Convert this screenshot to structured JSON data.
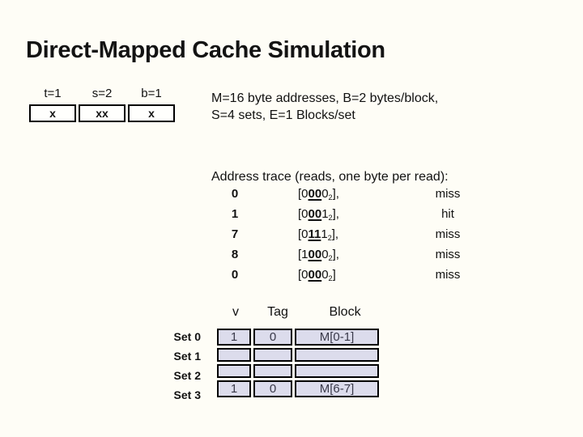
{
  "title": "Direct-Mapped Cache Simulation",
  "address_fields": {
    "headers": [
      "t=1",
      "s=2",
      "b=1"
    ],
    "cells": [
      "x",
      "xx",
      "x"
    ]
  },
  "params": {
    "line1": "M=16 byte addresses, B=2 bytes/block,",
    "line2": "S=4 sets, E=1 Blocks/set"
  },
  "trace": {
    "heading": "Address trace (reads, one byte per read):",
    "rows": [
      {
        "addr": "0",
        "bin_pre": "[0",
        "bin_set": "00",
        "bin_off": "0",
        "bin_base": "2",
        "bin_close": "],",
        "status": "miss"
      },
      {
        "addr": "1",
        "bin_pre": "[0",
        "bin_set": "00",
        "bin_off": "1",
        "bin_base": "2",
        "bin_close": "],",
        "status": "hit"
      },
      {
        "addr": "7",
        "bin_pre": "[0",
        "bin_set": "11",
        "bin_off": "1",
        "bin_base": "2",
        "bin_close": "],",
        "status": "miss"
      },
      {
        "addr": "8",
        "bin_pre": "[1",
        "bin_set": "00",
        "bin_off": "0",
        "bin_base": "2",
        "bin_close": "],",
        "status": "miss"
      },
      {
        "addr": "0",
        "bin_pre": "[0",
        "bin_set": "00",
        "bin_off": "0",
        "bin_base": "2",
        "bin_close": "]",
        "status": "miss"
      }
    ]
  },
  "cache_table": {
    "col_headers": [
      "v",
      "Tag",
      "Block"
    ],
    "row_labels": [
      "Set 0",
      "Set 1",
      "Set 2",
      "Set 3"
    ],
    "rows": [
      [
        "1",
        "0",
        "M[0-1]"
      ],
      [
        "",
        "",
        ""
      ],
      [
        "",
        "",
        ""
      ],
      [
        "1",
        "0",
        "M[6-7]"
      ]
    ]
  },
  "colors": {
    "background": "#fefdf6",
    "title_text": "#131313",
    "body_text": "#111111",
    "table_cell_fill": "#dcdcec",
    "table_cell_text": "#3a3a4a",
    "border": "#000000"
  }
}
